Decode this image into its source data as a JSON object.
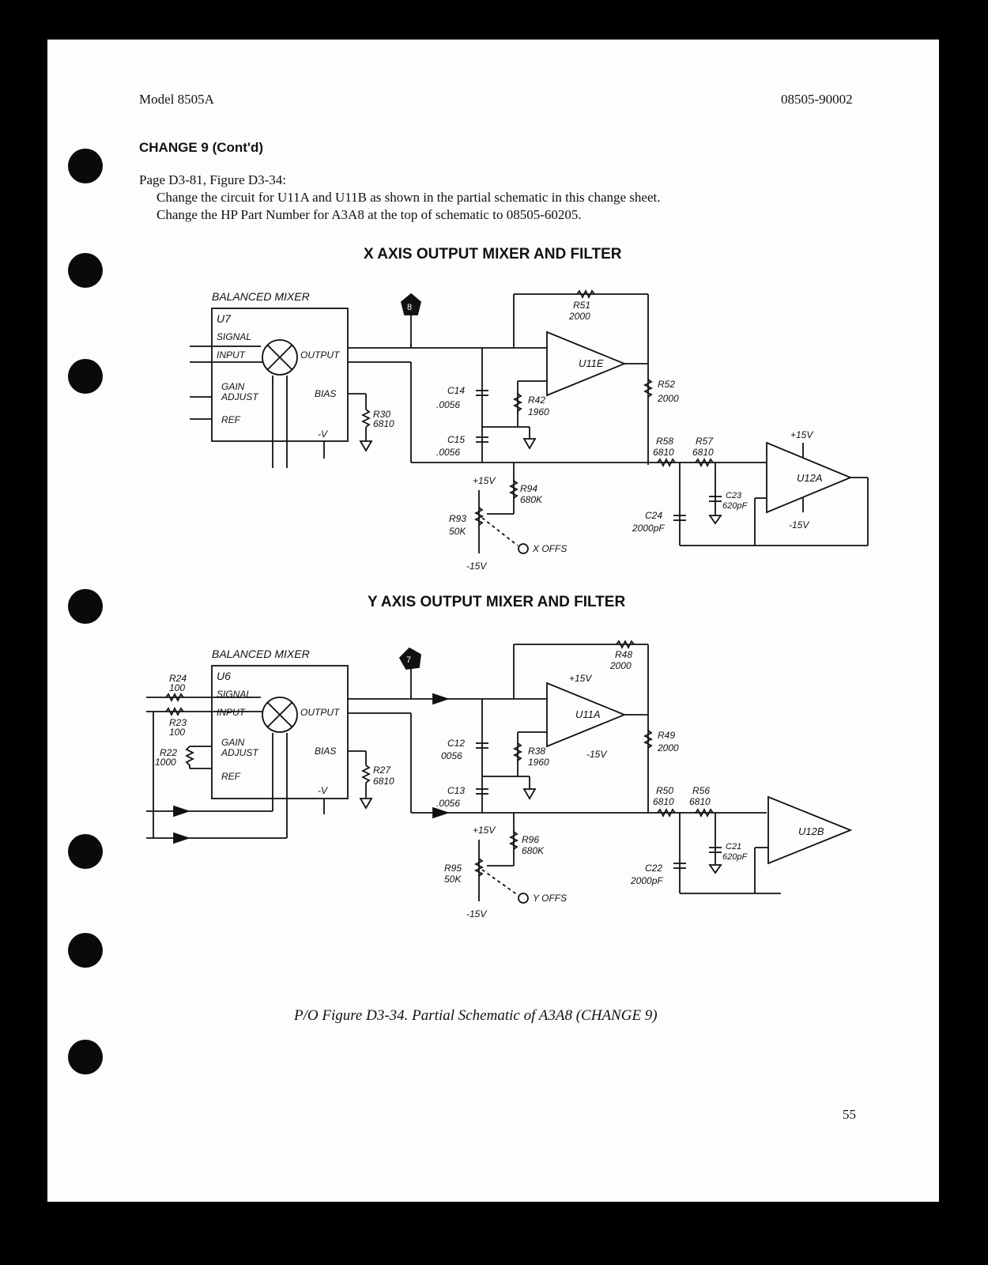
{
  "header": {
    "model": "Model 8505A",
    "doc_number": "08505-90002"
  },
  "section_heading": "CHANGE 9 (Cont'd)",
  "instructions": {
    "page_ref": "Page D3-81, Figure D3-34:",
    "line1": "Change the circuit for U11A and U11B as shown in the partial schematic in this change sheet.",
    "line2": "Change the HP Part Number for A3A8 at the top of schematic to 08505-60205."
  },
  "x_schematic": {
    "title": "X AXIS OUTPUT MIXER AND FILTER",
    "mixer_label": "BALANCED MIXER",
    "mixer_ref": "U7",
    "node": "8",
    "amp1": "U11E",
    "amp2": "U12A",
    "labels": {
      "signal": "SIGNAL",
      "input": "INPUT",
      "output": "OUTPUT",
      "gain": "GAIN",
      "adjust": "ADJUST",
      "ref": "REF",
      "bias": "BIAS",
      "neg_v": "-V",
      "r51": "R51",
      "r51v": "2000",
      "r52": "R52",
      "r52v": "2000",
      "r42": "R42",
      "r42v": "1960",
      "r30": "R30",
      "r30v": "6810",
      "r58": "R58",
      "r58v": "6810",
      "r57": "R57",
      "r57v": "6810",
      "r94": "R94",
      "r94v": "680K",
      "r93": "R93",
      "r93v": "50K",
      "c14": "C14",
      "c14v": ".0056",
      "c15": "C15",
      "c15v": ".0056",
      "c23": "C23",
      "c23v": "620pF",
      "c24": "C24",
      "c24v": "2000pF",
      "plus15": "+15V",
      "minus15": "-15V",
      "offs": "X OFFS"
    }
  },
  "y_schematic": {
    "title": "Y AXIS OUTPUT MIXER AND FILTER",
    "mixer_label": "BALANCED MIXER",
    "mixer_ref": "U6",
    "node": "7",
    "amp1": "U11A",
    "amp2": "U12B",
    "labels": {
      "signal": "SIGNAL",
      "input": "INPUT",
      "output": "OUTPUT",
      "gain": "GAIN",
      "adjust": "ADJUST",
      "ref": "REF",
      "bias": "BIAS",
      "neg_v": "-V",
      "r24": "R24",
      "r24v": "100",
      "r23": "R23",
      "r23v": "100",
      "r22": "R22",
      "r22v": "1000",
      "r27": "R27",
      "r27v": "6810",
      "r48": "R48",
      "r48v": "2000",
      "r49": "R49",
      "r49v": "2000",
      "r38": "R38",
      "r38v": "1960",
      "r50": "R50",
      "r50v": "6810",
      "r56": "R56",
      "r56v": "6810",
      "r96": "R96",
      "r96v": "680K",
      "r95": "R95",
      "r95v": "50K",
      "c12": "C12",
      "c12v": "0056",
      "c13": "C13",
      "c13v": ".0056",
      "c21": "C21",
      "c21v": "620pF",
      "c22": "C22",
      "c22v": "2000pF",
      "plus15": "+15V",
      "minus15": "-15V",
      "offs": "Y OFFS"
    }
  },
  "caption": "P/O Figure D3-34. Partial Schematic of A3A8 (CHANGE 9)",
  "page_number": "55"
}
